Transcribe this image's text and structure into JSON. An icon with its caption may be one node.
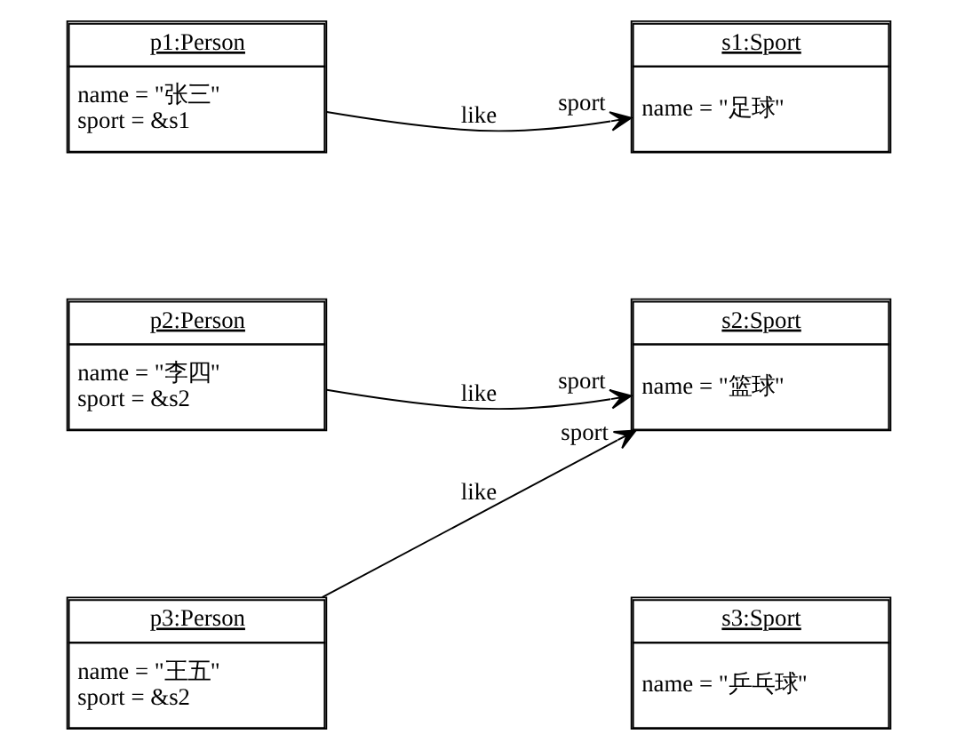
{
  "diagram": {
    "nodes": [
      {
        "text": [
          "p1:Person",
          "name = \"张三\"",
          "sport = &s1"
        ]
      },
      {
        "text": [
          "s1:Sport",
          "name = \"足球\""
        ]
      },
      {
        "text": [
          "p2:Person",
          "name = \"李四\"",
          "sport = &s2"
        ]
      },
      {
        "text": [
          "s2:Sport",
          "name = \"篮球\""
        ]
      },
      {
        "text": [
          "p3:Person",
          "name = \"王五\"",
          "sport = &s2"
        ]
      },
      {
        "text": [
          "s3:Sport",
          "name = \"乒乓球\""
        ]
      }
    ],
    "edges": [
      {
        "from": 0,
        "to": 1,
        "arrow": "to",
        "label": "like"
      },
      {
        "from": 2,
        "to": 3,
        "arrow": "to",
        "label": "like"
      },
      {
        "from": 4,
        "to": 3,
        "arrow": "to",
        "label": "like"
      }
    ],
    "labels": [
      "sport",
      "sport",
      "sport"
    ]
  }
}
